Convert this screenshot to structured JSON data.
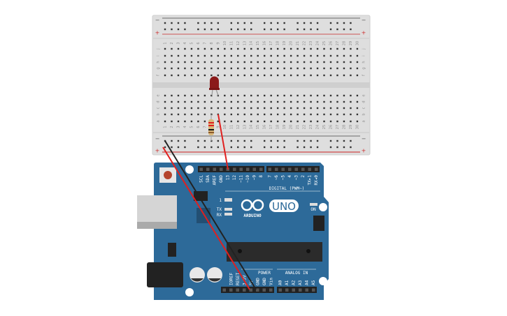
{
  "breadboard": {
    "columns": [
      "1",
      "2",
      "3",
      "4",
      "5",
      "6",
      "7",
      "8",
      "9",
      "10",
      "11",
      "12",
      "13",
      "14",
      "15",
      "16",
      "17",
      "18",
      "19",
      "20",
      "21",
      "22",
      "23",
      "24",
      "25",
      "26",
      "27",
      "28",
      "29",
      "30"
    ],
    "rows_top": [
      "j",
      "i",
      "h",
      "g",
      "f"
    ],
    "rows_bottom": [
      "e",
      "d",
      "c",
      "b",
      "a"
    ],
    "rail_minus": "−",
    "rail_plus": "+"
  },
  "arduino": {
    "brand": "ARDUINO",
    "model": "UNO",
    "digital_label": "DIGITAL (PWM~)",
    "power_label": "POWER",
    "analog_label": "ANALOG IN",
    "led_l": "1",
    "tx": "TX",
    "rx": "RX",
    "on": "ON",
    "top_pins_left": [
      "SCL",
      "SDA",
      "AREF",
      "GND",
      "13",
      "12",
      "~11",
      "~10",
      "~9",
      "8"
    ],
    "top_pins_right": [
      "7",
      "~6",
      "~5",
      "4",
      "~3",
      "2",
      "TX▸1",
      "RX◂0"
    ],
    "power_pins": [
      "IOREF",
      "RESET",
      "3.3V",
      "5V",
      "GND",
      "GND",
      "Vin"
    ],
    "analog_pins": [
      "A0",
      "A1",
      "A2",
      "A3",
      "A4",
      "A5"
    ]
  },
  "colors": {
    "board": "#2d6a99",
    "breadboard": "#dcdcdc",
    "wire_red": "#e0201f",
    "wire_black": "#222222",
    "led": "#8b1a1a"
  }
}
